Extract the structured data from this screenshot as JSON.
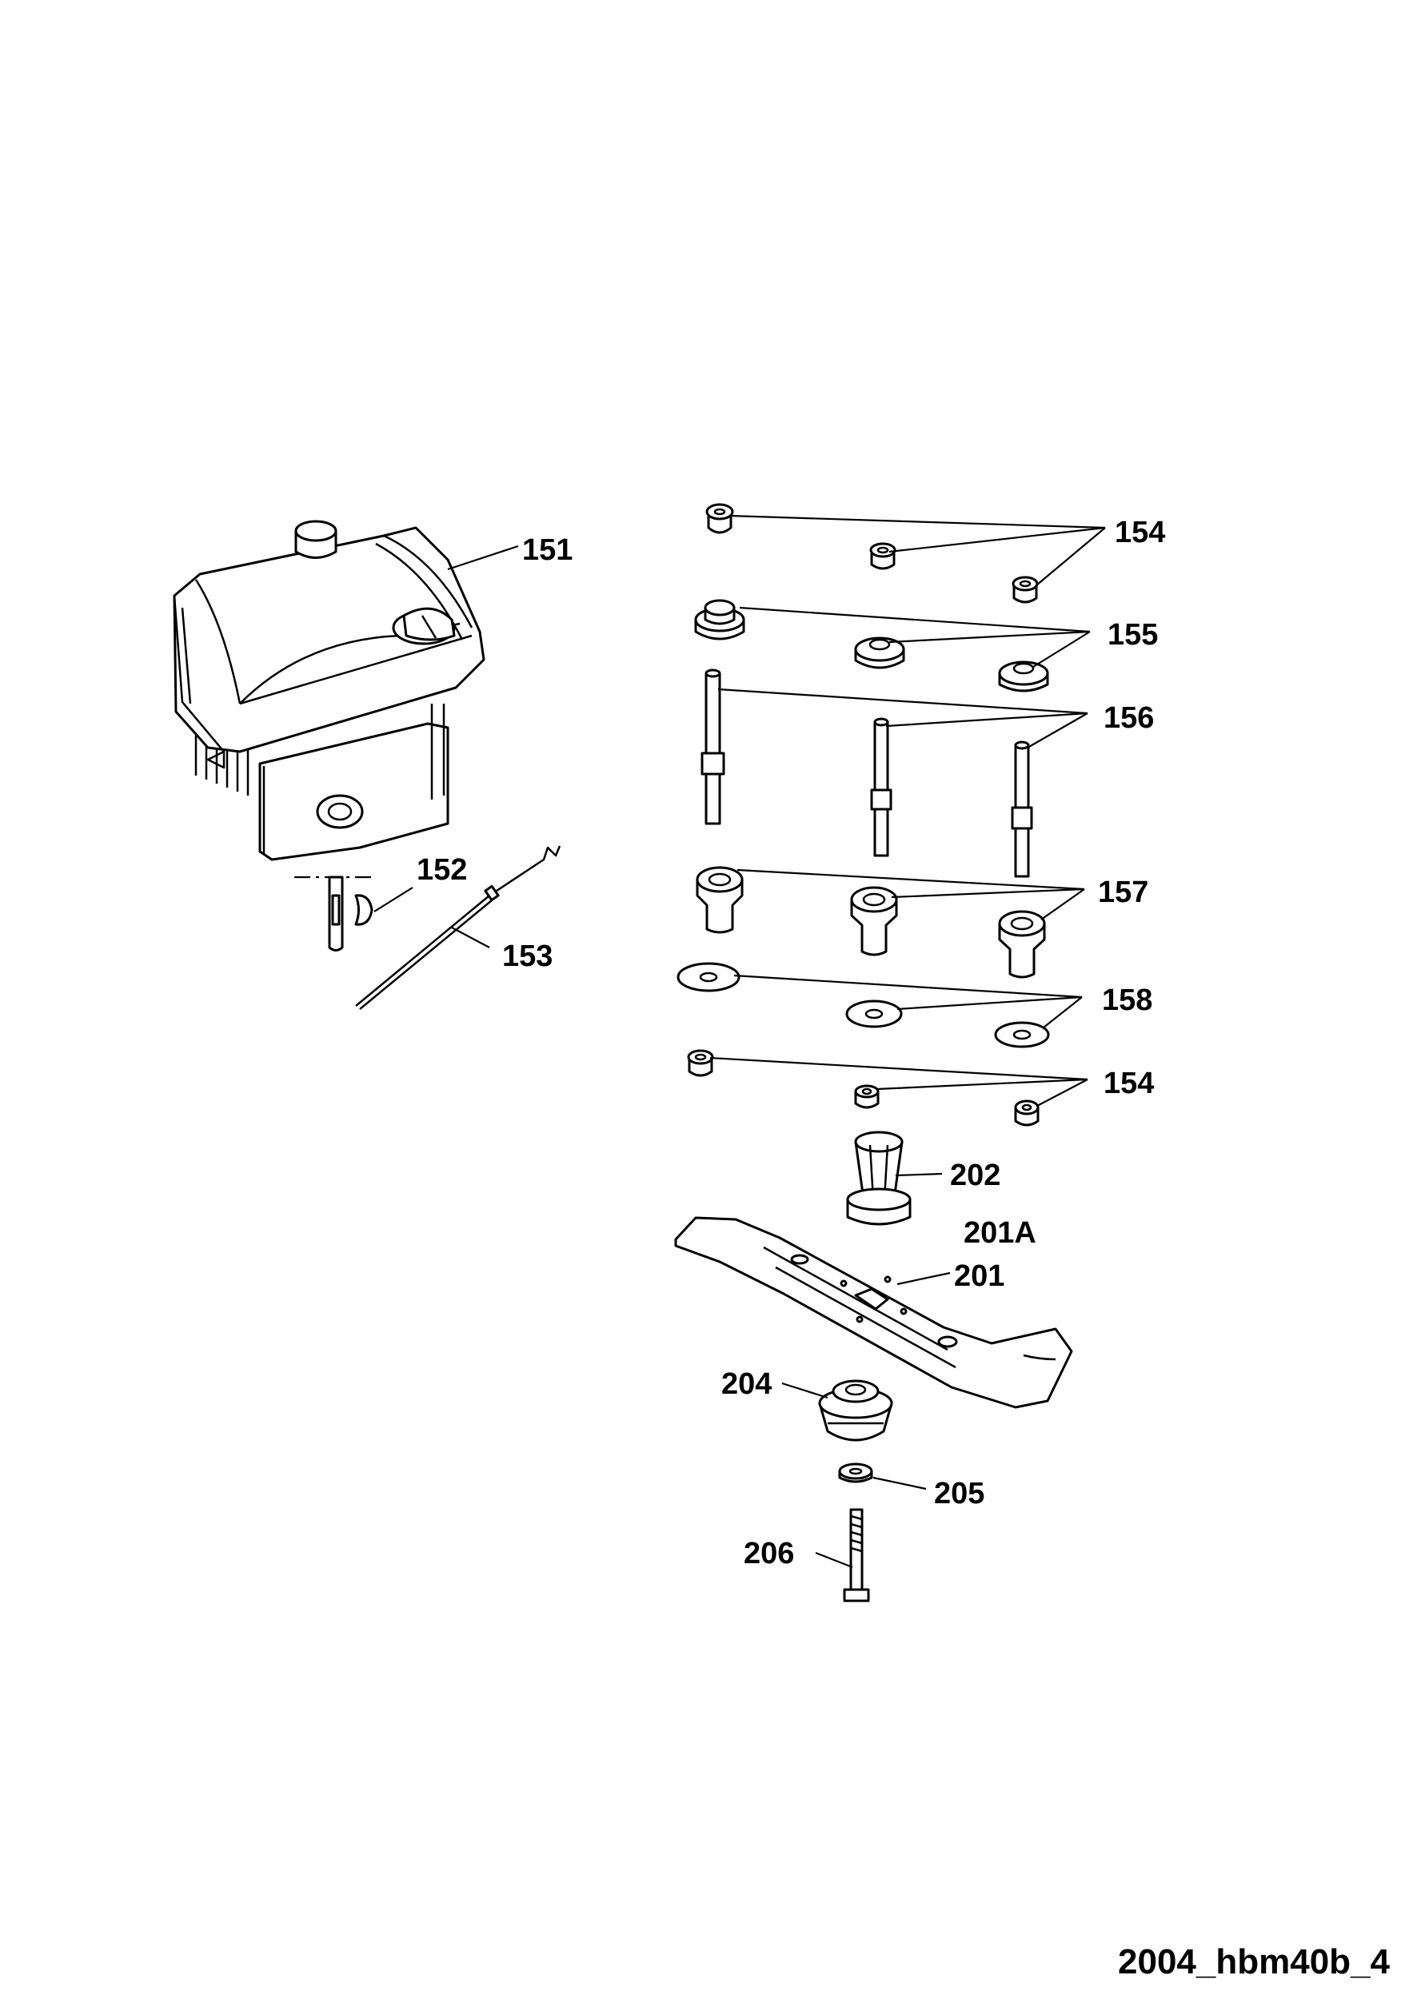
{
  "diagram": {
    "labels": {
      "p151": "151",
      "p152": "152",
      "p153": "153",
      "p154a": "154",
      "p155": "155",
      "p156": "156",
      "p157": "157",
      "p158": "158",
      "p154b": "154",
      "p202": "202",
      "p201A": "201A",
      "p201": "201",
      "p204": "204",
      "p205": "205",
      "p206": "206"
    },
    "drawing_code": "2004_hbm40b_4"
  }
}
